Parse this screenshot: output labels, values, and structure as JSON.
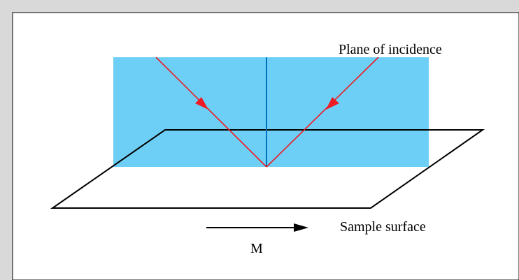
{
  "labels": {
    "plane_of_incidence": "Plane of incidence",
    "sample_surface": "Sample surface",
    "magnetization": "M"
  },
  "colors": {
    "outer_background": "#d9d9d9",
    "panel_background": "#ffffff",
    "panel_border": "#000000",
    "incidence_plane": "#6ecff6",
    "surface_normal": "#0070c0",
    "light_ray": "#ed1c24",
    "surface_outline": "#000000",
    "magnetization_arrow": "#000000"
  }
}
